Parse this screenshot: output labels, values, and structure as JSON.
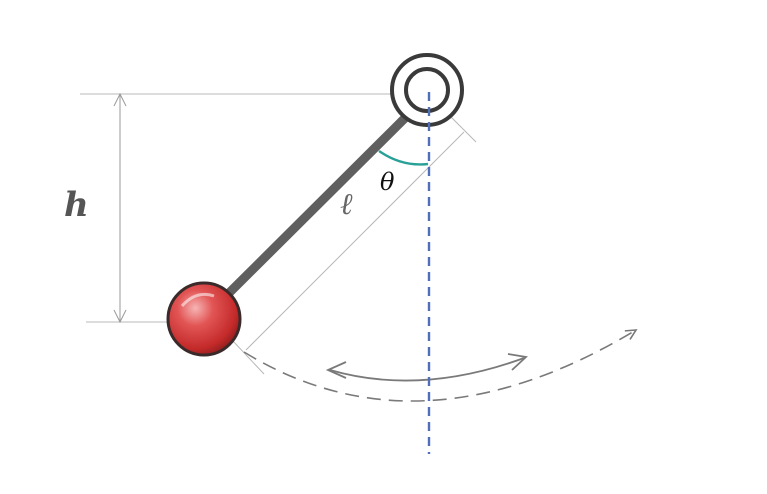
{
  "diagram": {
    "labels": {
      "height": "h",
      "length": "ℓ",
      "angle": "θ"
    },
    "colors": {
      "vertical_axis": "#4f6fb8",
      "angle_arc": "#2aa198",
      "rod": "#5f5f5f",
      "bob": "#d83a3a",
      "guide_lines": "#b8b8b8",
      "swing_arrows": "#777777"
    }
  }
}
